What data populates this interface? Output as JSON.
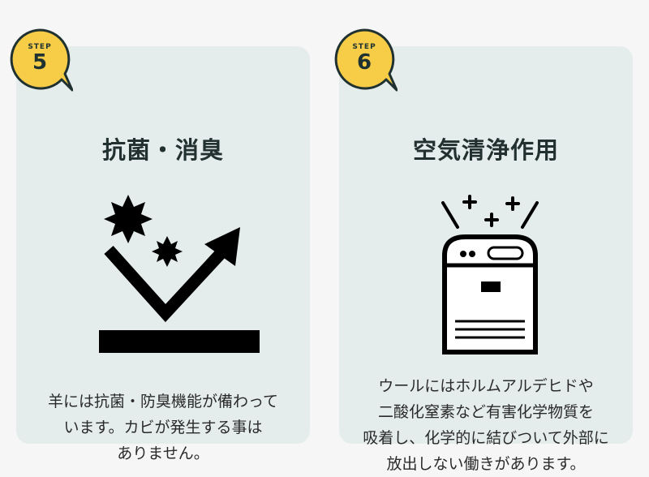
{
  "steps": [
    {
      "step_label": "STEP",
      "number": "5",
      "title": "抗菌・消臭",
      "description_lines": [
        "羊には抗菌・防臭機能が備わって",
        "います。カビが発生する事は",
        "ありません。"
      ],
      "icon": "antibacterial-arrow-icon"
    },
    {
      "step_label": "STEP",
      "number": "6",
      "title": "空気清浄作用",
      "description_lines": [
        "ウールにはホルムアルデヒドや",
        "二酸化窒素など有害化学物質を",
        "吸着し、化学的に結びついて外部に",
        "放出しない働きがあります。"
      ],
      "icon": "air-purifier-icon"
    }
  ],
  "colors": {
    "card_background": "#e5edec",
    "page_background": "#f6f6f6",
    "badge_fill": "#f7cd47",
    "badge_stroke": "#1f3130",
    "text": "#22302f"
  }
}
